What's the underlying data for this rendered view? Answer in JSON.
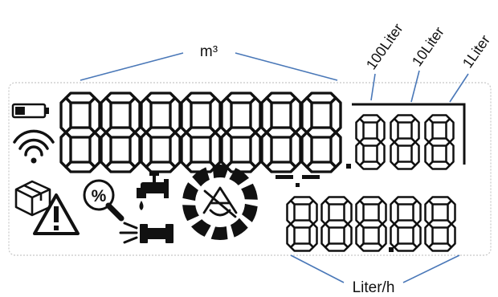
{
  "labels": {
    "volume_unit": "m³",
    "hundred_liter": "100Liter",
    "ten_liter": "10Liter",
    "one_liter": "1Liter",
    "flow_unit": "Liter/h"
  },
  "display": {
    "main_digits": [
      "8",
      "8",
      "8",
      "8",
      "8",
      "8",
      "8"
    ],
    "decimal_digits": [
      "8",
      "8",
      "8"
    ],
    "flow_digits": [
      "8",
      "8",
      "8",
      "8",
      "8"
    ],
    "flow_decimal_after_digit": 3,
    "battery_level": 0.35,
    "percent_symbol": "%"
  },
  "colors": {
    "leader": "#4a78b8",
    "segment": "#111111",
    "frame": "#c7c7c7"
  },
  "icons": [
    "battery-icon",
    "wifi-icon",
    "package-icon",
    "warning-icon",
    "percent-magnifier-icon",
    "tap-icon",
    "pipe-burst-icon",
    "rotating-wheel-icon"
  ]
}
